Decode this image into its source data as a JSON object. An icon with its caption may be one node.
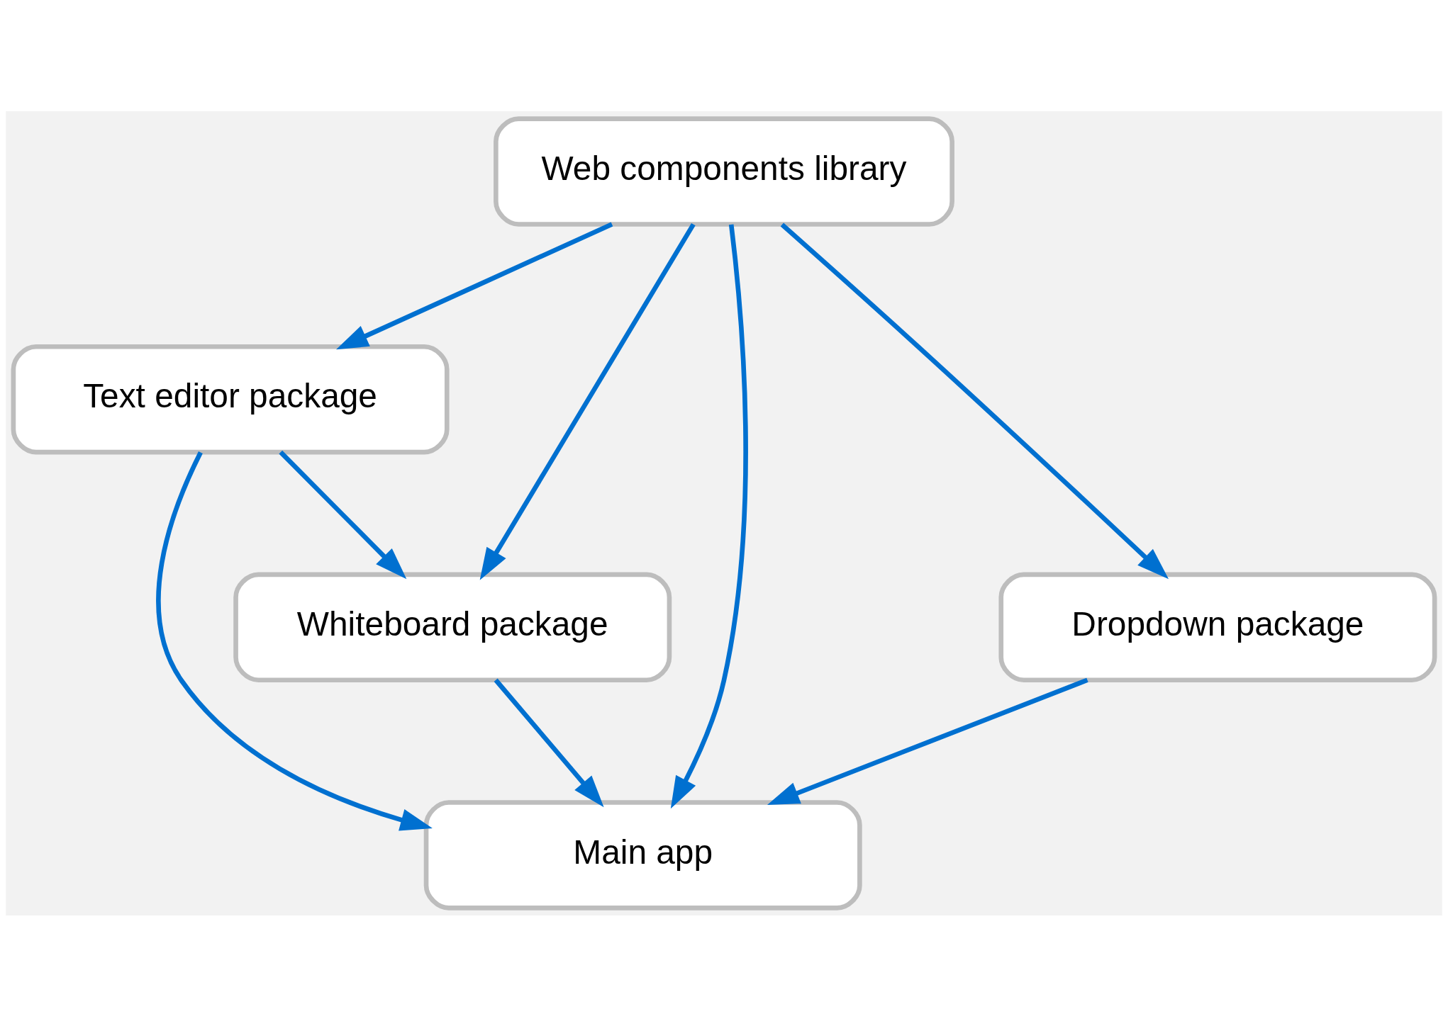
{
  "diagram": {
    "nodes": [
      {
        "text": [
          "Web components library"
        ]
      },
      {
        "text": [
          "Text editor package"
        ]
      },
      {
        "text": [
          "Main app"
        ]
      },
      {
        "text": [
          "Whiteboard package"
        ]
      },
      {
        "text": [
          "Dropdown package"
        ]
      }
    ],
    "edges": [
      {
        "from": 0,
        "to": 2,
        "arrow": "to"
      },
      {
        "from": 1,
        "to": 2,
        "arrow": "to"
      },
      {
        "from": 0,
        "to": 1,
        "arrow": "to"
      },
      {
        "from": 0,
        "to": 3,
        "arrow": "to"
      },
      {
        "from": 0,
        "to": 4,
        "arrow": "to"
      },
      {
        "from": 1,
        "to": 3,
        "arrow": "to"
      },
      {
        "from": 3,
        "to": 2,
        "arrow": "to"
      },
      {
        "from": 4,
        "to": 2,
        "arrow": "to"
      }
    ]
  }
}
